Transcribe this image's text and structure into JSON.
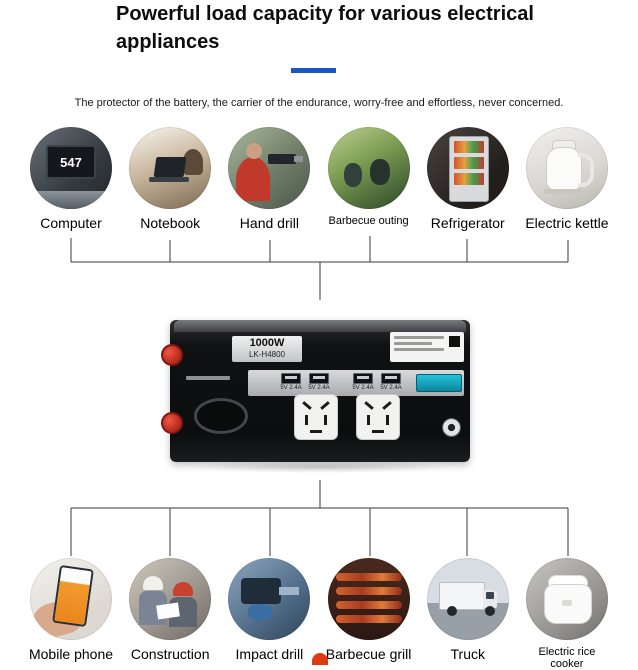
{
  "header": {
    "title": "Powerful load capacity for various electrical appliances",
    "subtitle": "The protector of the battery, the carrier of the endurance, worry-free and effortless, never concerned."
  },
  "top_row": {
    "items": [
      {
        "label": "Computer",
        "badge": "547"
      },
      {
        "label": "Notebook"
      },
      {
        "label": "Hand drill"
      },
      {
        "label": "Barbecue outing"
      },
      {
        "label": "Refrigerator"
      },
      {
        "label": "Electric kettle"
      }
    ]
  },
  "inverter": {
    "power": "1000W",
    "model": "LK-H4800",
    "usb_ports": [
      "5V 2.4A",
      "5V 2.4A",
      "5V 2.4A",
      "5V 2.4A"
    ]
  },
  "bottom_row": {
    "items": [
      {
        "label": "Mobile phone"
      },
      {
        "label": "Construction"
      },
      {
        "label": "Impact drill"
      },
      {
        "label": "Barbecue grill"
      },
      {
        "label": "Truck"
      },
      {
        "label": "Electric rice cooker"
      }
    ]
  },
  "colors": {
    "accent_blue": "#1857c9",
    "inverter_black": "#101113",
    "display_teal": "#15a7bf",
    "terminal_red": "#c22b1d"
  }
}
